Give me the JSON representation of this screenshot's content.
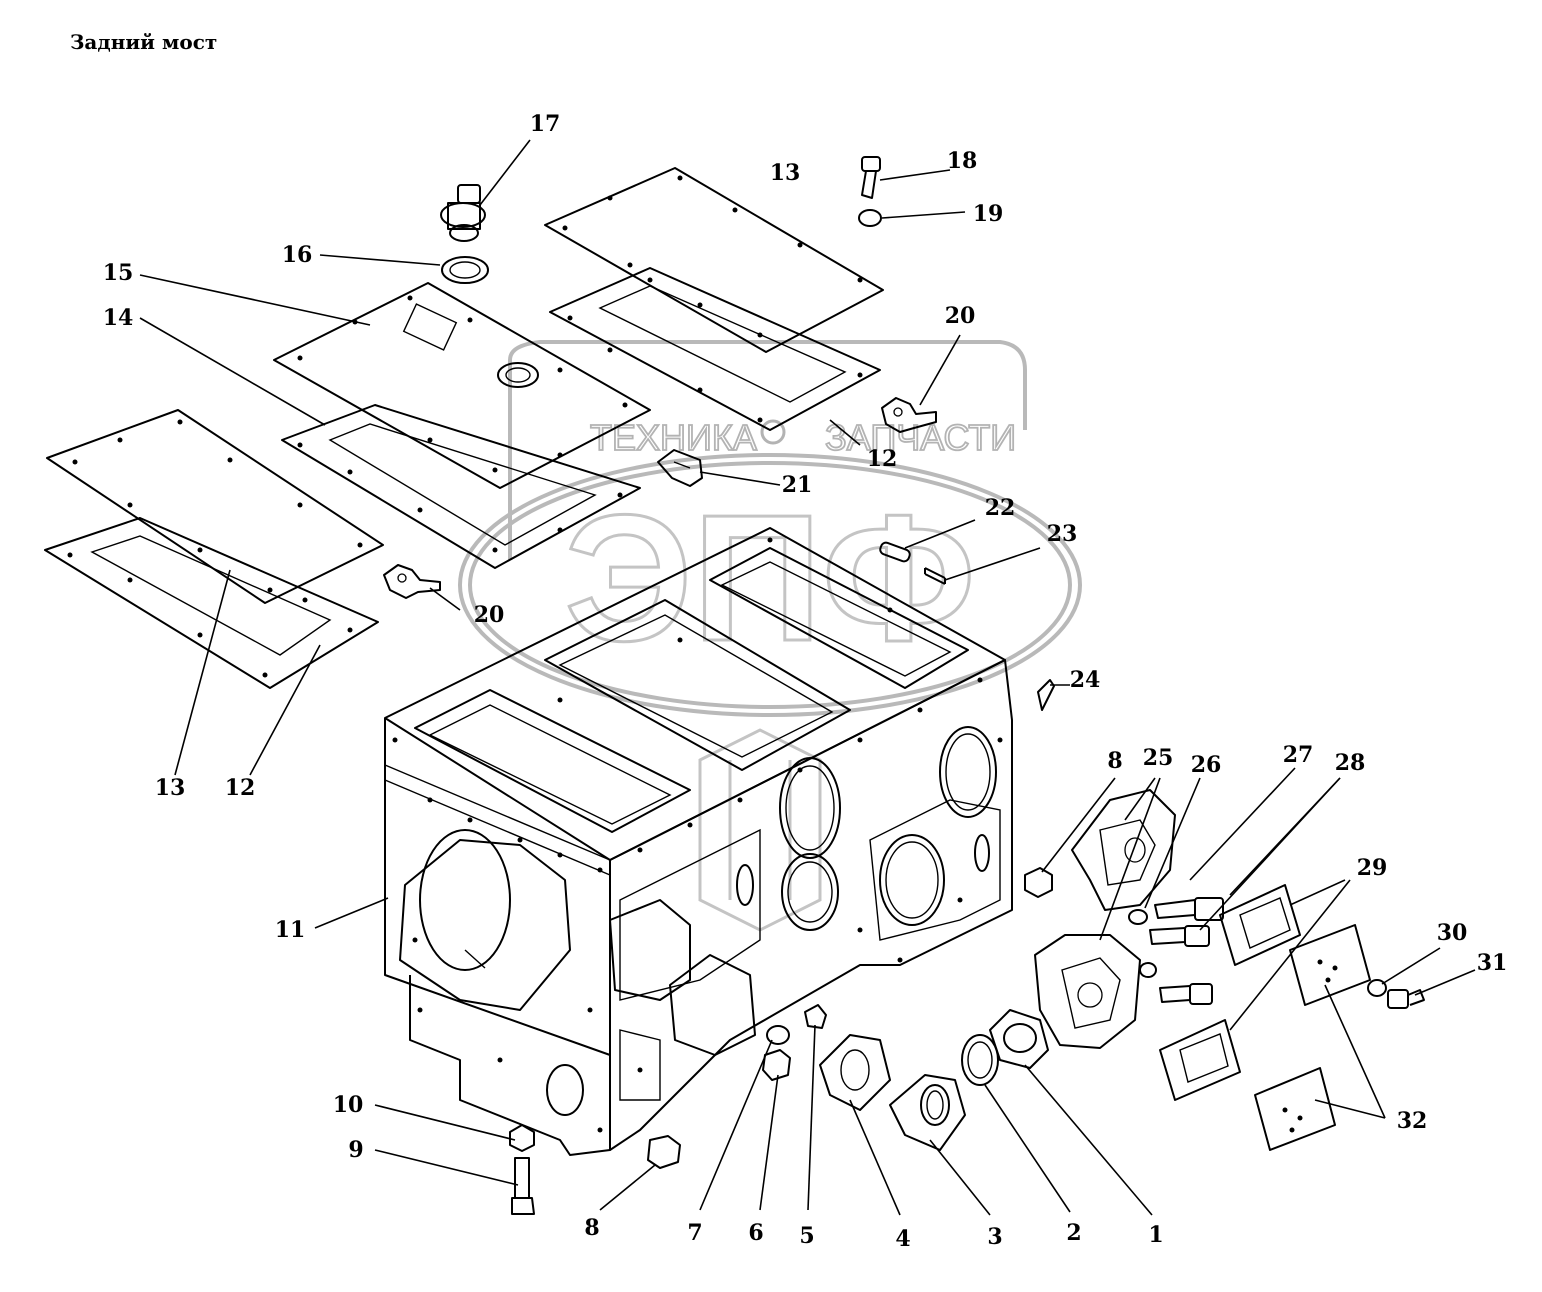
{
  "title": "Задний мост",
  "watermark": {
    "left_text": "ТЕХНИКА",
    "right_text": "ЗАПЧАСТИ",
    "logo_letters": "ЭПФ",
    "color": "#b3b3b3"
  },
  "callouts": [
    "1",
    "2",
    "3",
    "4",
    "5",
    "6",
    "7",
    "8",
    "8",
    "9",
    "10",
    "11",
    "12",
    "12",
    "12",
    "13",
    "13",
    "14",
    "15",
    "16",
    "17",
    "18",
    "19",
    "20",
    "20",
    "21",
    "22",
    "23",
    "24",
    "25",
    "26",
    "27",
    "28",
    "29",
    "30",
    "31",
    "32"
  ]
}
